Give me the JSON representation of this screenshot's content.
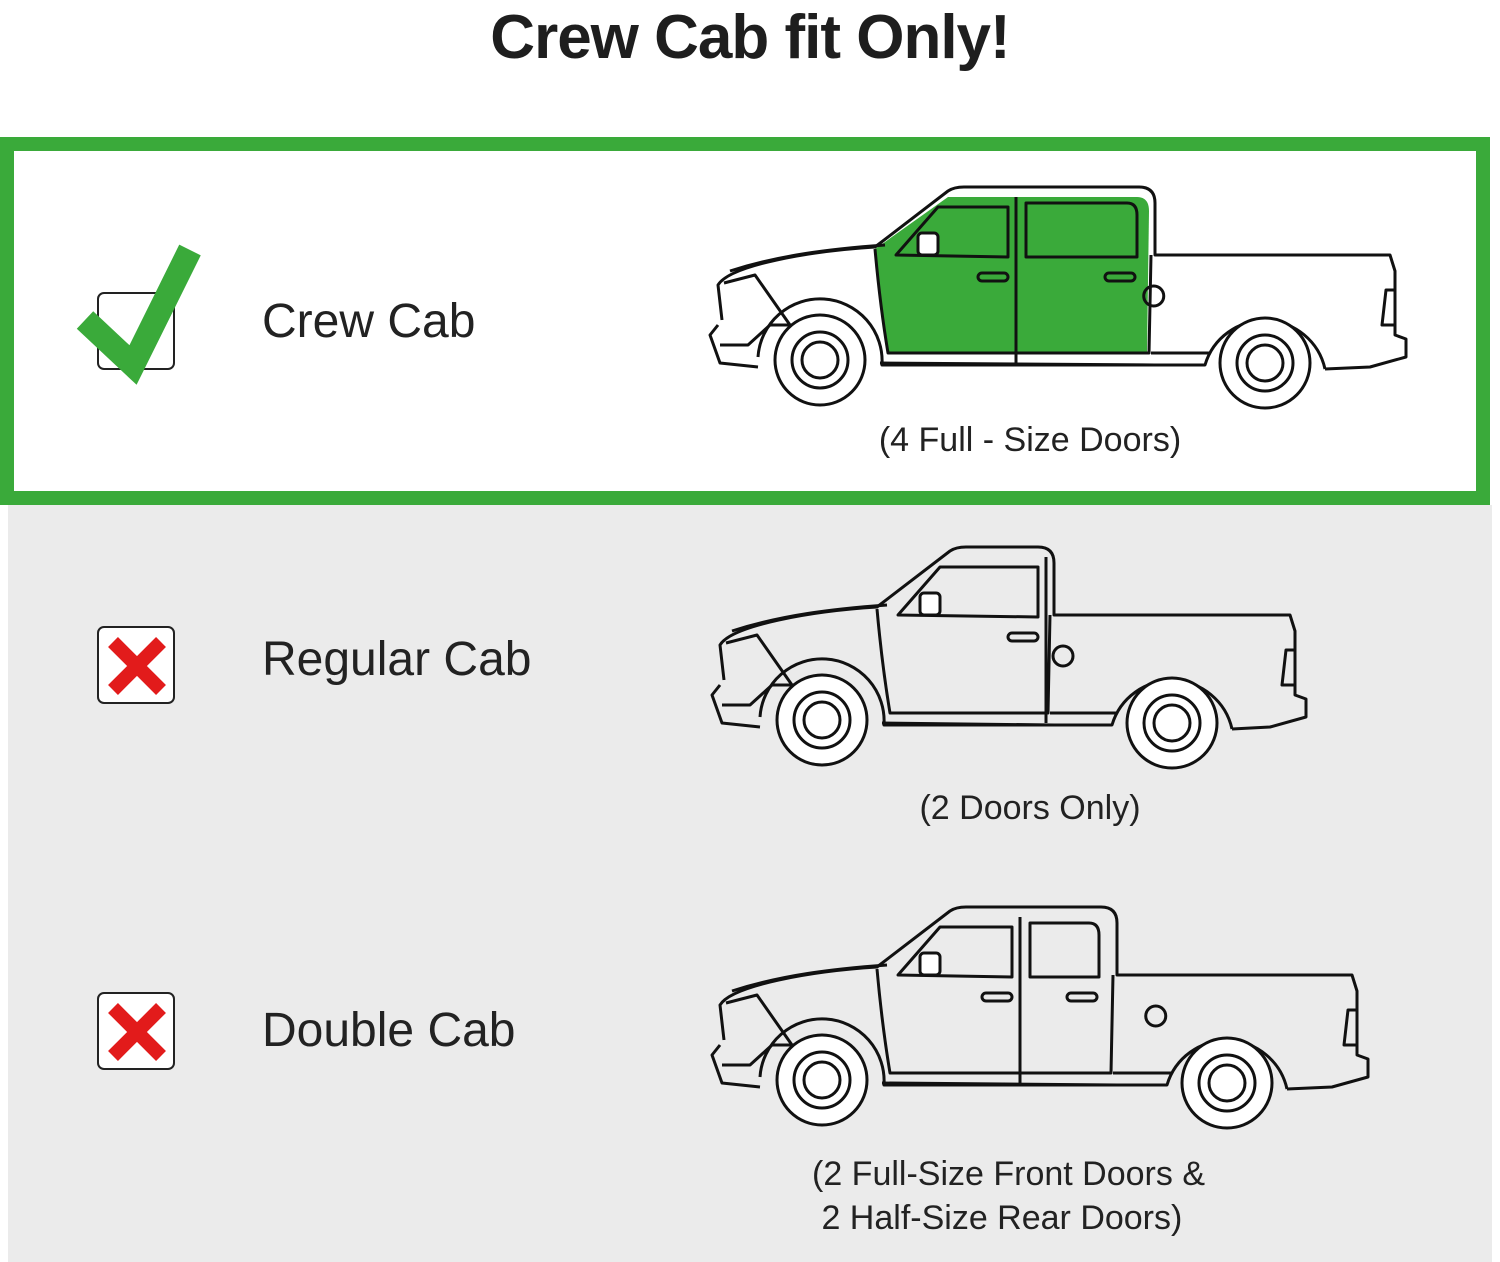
{
  "title": "Crew Cab fit Only!",
  "colors": {
    "accent_green": "#3aaa3a",
    "reject_red": "#e21b1b",
    "panel_gray": "#ebebeb"
  },
  "options": [
    {
      "label": "Crew Cab",
      "caption_lines": [
        "(4 Full - Size Doors)"
      ],
      "status": "check-icon",
      "fits": true
    },
    {
      "label": "Regular Cab",
      "caption_lines": [
        "(2 Doors Only)"
      ],
      "status": "x-icon",
      "fits": false
    },
    {
      "label": "Double Cab",
      "caption_lines": [
        "(2 Full-Size Front Doors &",
        " 2 Half-Size Rear Doors)"
      ],
      "status": "x-icon",
      "fits": false
    }
  ]
}
